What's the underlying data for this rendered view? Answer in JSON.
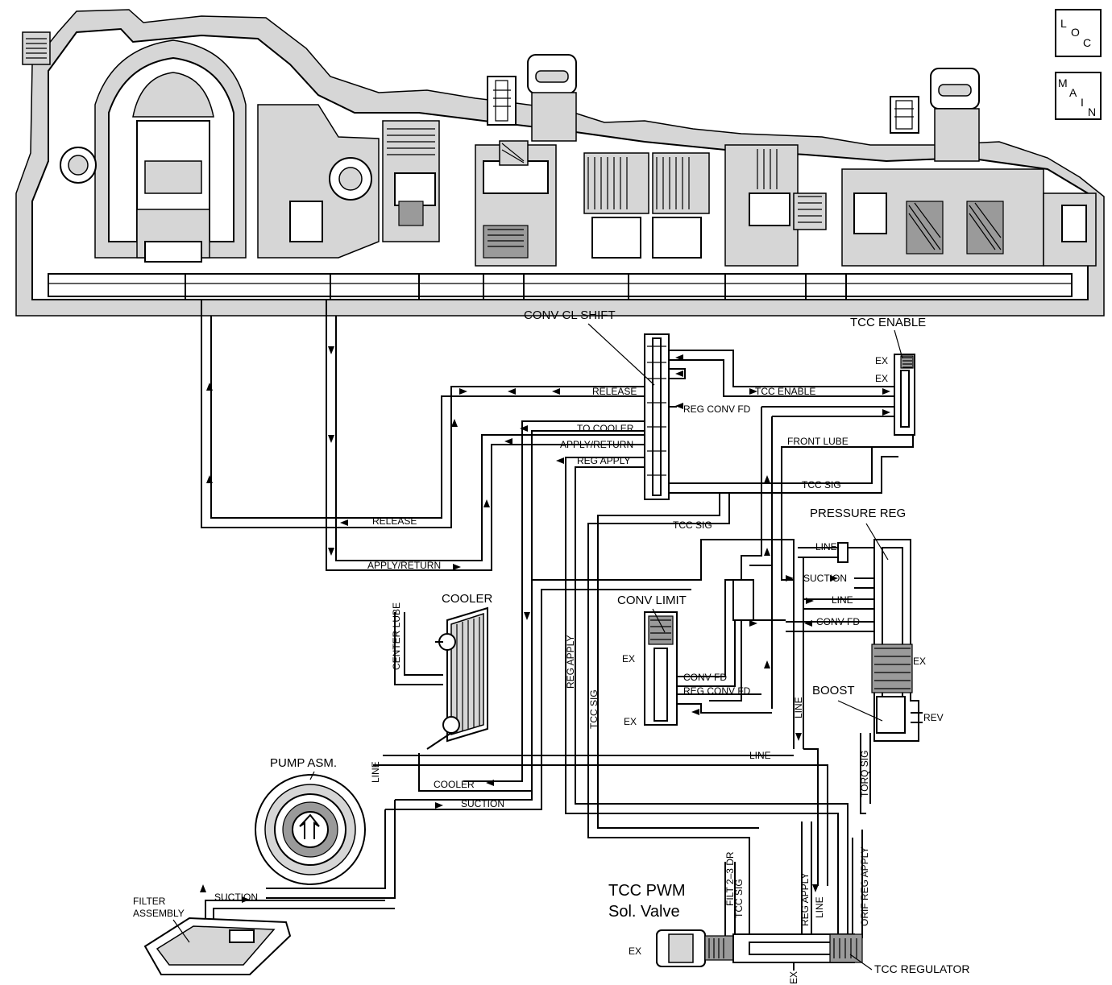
{
  "nav_boxes": {
    "loc": {
      "letter1": "L",
      "letter2": "O",
      "letter3": "C"
    },
    "main": {
      "letter1": "M",
      "letter2": "A",
      "letter3": "I",
      "letter4": "N"
    }
  },
  "components": {
    "conv_cl_shift": "CONV CL SHIFT",
    "tcc_enable": "TCC ENABLE",
    "pressure_reg": "PRESSURE REG",
    "cooler": "COOLER",
    "conv_limit": "CONV LIMIT",
    "boost": "BOOST",
    "pump_asm": "PUMP ASM.",
    "filter_assembly_line1": "FILTER",
    "filter_assembly_line2": "ASSEMBLY",
    "tcc_pwm_line1": "TCC PWM",
    "tcc_pwm_line2": "Sol. Valve",
    "tcc_regulator": "TCC REGULATOR"
  },
  "passages": {
    "release_top": "RELEASE",
    "tcc_enable": "TCC ENABLE",
    "reg_conv_fd_top": "REG CONV FD",
    "to_cooler": "TO COOLER",
    "apply_return_top": "APPLY/RETURN",
    "reg_apply_top": "REG APPLY",
    "front_lube": "FRONT LUBE",
    "tcc_sig_right": "TCC SIG",
    "tcc_sig_mid": "TCC SIG",
    "release_bottom": "RELEASE",
    "apply_return_bottom": "APPLY/RETURN",
    "line_pr_top": "LINE",
    "suction_pr": "SUCTION",
    "line_pr_mid": "LINE",
    "conv_fd_pr": "CONV FD",
    "conv_fd_cl": "CONV FD",
    "reg_conv_fd_cl": "REG CONV FD",
    "line_vertical": "LINE",
    "rev": "REV",
    "torq_sig": "TORQ SIG",
    "line_horizontal": "LINE",
    "cooler_ret": "COOLER",
    "suction_mid": "SUCTION",
    "suction_low": "SUCTION",
    "center_lube": "CENTER LUBE",
    "reg_apply_vertical": "REG APPLY",
    "tcc_sig_vertical": "TCC SIG",
    "line_pump": "LINE",
    "filt_2_3_dr": "FILT 2–3 DR",
    "tcc_sig_sol": "TCC SIG",
    "reg_apply_sol": "REG APPLY",
    "line_sol": "LINE",
    "orif_reg_apply": "ORIF REG APPLY"
  },
  "exhausts": {
    "tcc_enable_ex1": "EX",
    "tcc_enable_ex2": "EX",
    "pressure_reg_ex": "EX",
    "conv_limit_ex1": "EX",
    "conv_limit_ex2": "EX",
    "sol_ex": "EX",
    "reg_ex": "EX"
  }
}
